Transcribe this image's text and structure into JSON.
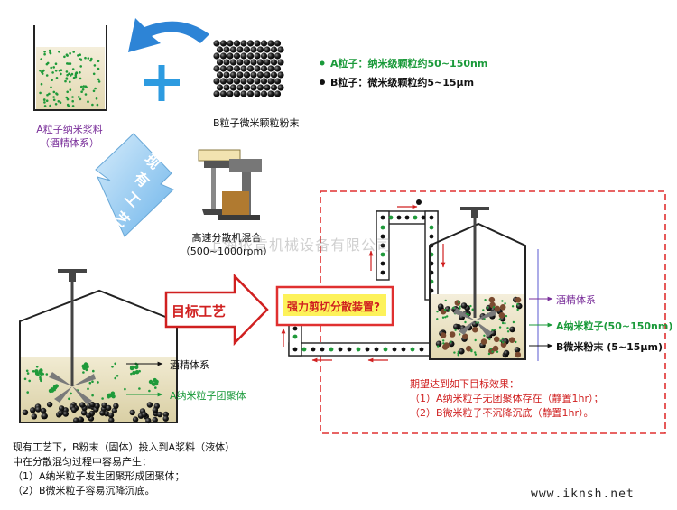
{
  "slurry_a": {
    "label": "A粒子纳米浆料",
    "sub": "（酒精体系）"
  },
  "powder_b": {
    "label": "B粒子微米颗粒粉末"
  },
  "legend": {
    "a": "A粒子：纳米级颗粒约50~150nm",
    "b": "B粒子：微米级颗粒约5~15μm"
  },
  "current_process": {
    "badge": "现有工艺",
    "mixer_label": "高速分散机混合",
    "mixer_speed": "（500~1000rpm）",
    "tank_solvent": "酒精体系",
    "tank_agglomerate": "A纳米粒子团聚体",
    "desc": {
      "line1": "现有工艺下，B粉末（固体）投入到A浆料（液体）",
      "line2": "中在分散混匀过程中容易产生：",
      "line3": "（1）A纳米粒子发生团聚形成团聚体；",
      "line4": "（2）B微米粒子容易沉降沉底。"
    }
  },
  "target_process": {
    "arrow_label": "目标工艺",
    "device_label": "强力剪切分散装置?",
    "tank_solvent": "酒精体系",
    "tank_a": "A纳米粒子(50~150nm)",
    "tank_b": "B微米粉末 (5~15μm)",
    "goal": {
      "title": "期望达到如下目标效果：",
      "line1": "（1）A纳米粒子无团聚体存在（静置1hr）；",
      "line2": "（2）B微米粒子不沉降沉底（静置1hr）。"
    }
  },
  "watermark": "上海依肯机械设备有限公司",
  "website": "www.iknsh.net",
  "colors": {
    "green": "#1a9a3a",
    "purple": "#7a2f9a",
    "red": "#d02020",
    "blue_arrow": "#2d84d6",
    "box_border": "#e03030"
  }
}
